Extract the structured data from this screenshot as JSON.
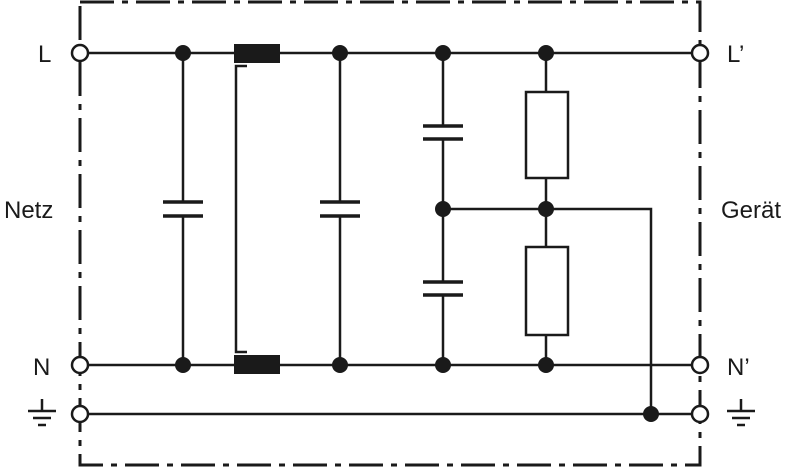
{
  "labels": {
    "left_line": "L",
    "left_neutral": "N",
    "right_line": "L’",
    "right_neutral": "N’",
    "left_side": "Netz",
    "right_side": "Gerät"
  },
  "symbols": {
    "ground_left_icon": "ground-icon",
    "ground_right_icon": "ground-icon"
  },
  "colors": {
    "line": "#1a1a1a",
    "background": "#ffffff"
  }
}
